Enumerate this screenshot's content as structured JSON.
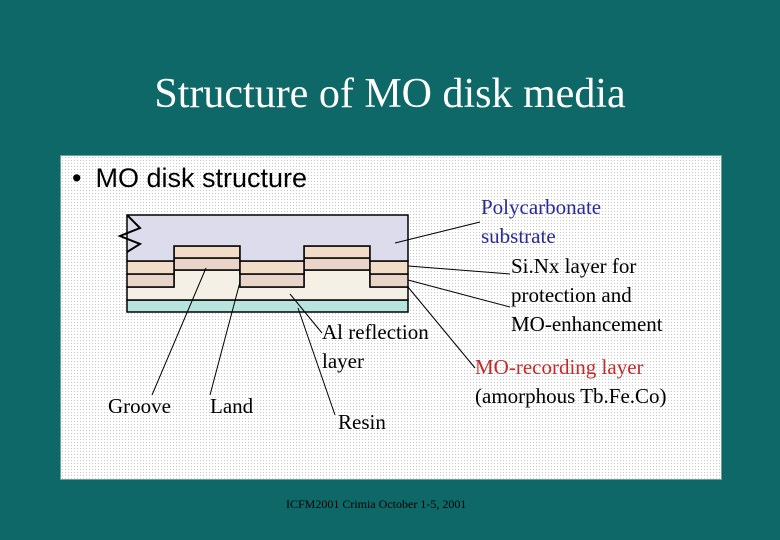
{
  "slide": {
    "title": "Structure of MO disk media",
    "bullet": "MO disk structure",
    "footer": "ICFM2001 Crimia October 1-5, 2001"
  },
  "labels": {
    "polycarbonate_line1": "Polycarbonate",
    "polycarbonate_line2": "substrate",
    "sinx_line1": "Si.Nx layer for",
    "sinx_line2": "protection and",
    "sinx_line3": "MO-enhancement",
    "al_line1": "Al reflection",
    "al_line2": "layer",
    "mo_line1": "MO-recording layer",
    "mo_line2": "(amorphous Tb.Fe.Co)",
    "groove": "Groove",
    "land": "Land",
    "resin": "Resin"
  },
  "colors": {
    "background": "#0f6868",
    "substrate": "#dcdcec",
    "sinx": "#f2dcc8",
    "mo_layer": "#e8d4c8",
    "al_layer": "#f4f0e6",
    "resin": "#b8e4e0",
    "label_blue": "#2a2a9a",
    "label_red": "#c42a2a"
  }
}
